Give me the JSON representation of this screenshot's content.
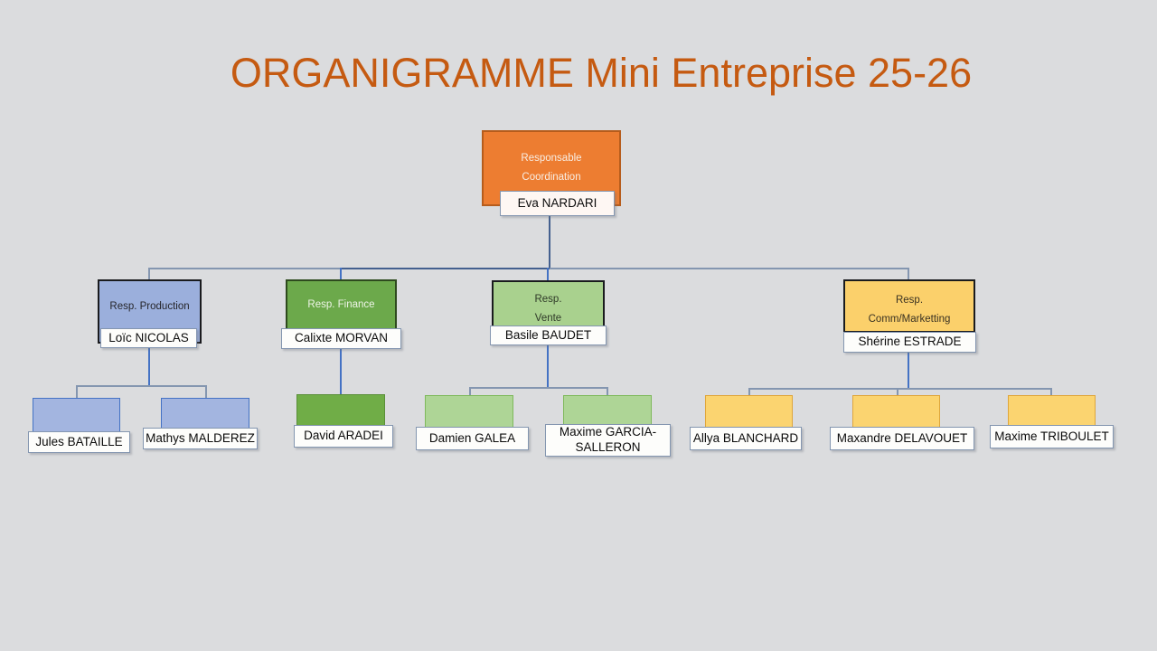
{
  "title": "ORGANIGRAMME Mini Entreprise 25-26",
  "colors": {
    "background": "#DBDCDE",
    "title_orange": "#C55A11",
    "root_fill": "#ED7D31",
    "production_fill": "#9BAFDC",
    "finance_fill": "#6CA94B",
    "vente_fill": "#A9D18E",
    "comm_fill": "#FBD06B",
    "member_blue": "#A3B5E0",
    "member_green": "#AED596",
    "member_yellow": "#FBD470",
    "connector_dark": "#44608F",
    "connector_mid": "#4472C4",
    "connector_light": "#8496B0",
    "nameplate_fill": "#FDFDFB",
    "nameplate_border": "#8496B0"
  },
  "root": {
    "lines": [
      "Responsable",
      "Coordination"
    ],
    "name": "Eva NARDARI"
  },
  "departments": [
    {
      "lines": [
        "Resp. Production"
      ],
      "name": "Loïc NICOLAS"
    },
    {
      "lines": [
        "Resp. Finance"
      ],
      "name": "Calixte MORVAN"
    },
    {
      "lines": [
        "Resp.",
        "Vente"
      ],
      "name": "Basile BAUDET"
    },
    {
      "lines": [
        "Resp.",
        "Comm/Marketting"
      ],
      "name": "Shérine ESTRADE"
    }
  ],
  "members": [
    {
      "name": "Jules BATAILLE"
    },
    {
      "name": "Mathys MALDEREZ"
    },
    {
      "name": "David ARADEI"
    },
    {
      "name": "Damien GALEA"
    },
    {
      "name": "Maxime GARCIA-SALLERON"
    },
    {
      "name": "Allya BLANCHARD"
    },
    {
      "name": "Maxandre DELAVOUET"
    },
    {
      "name": "Maxime TRIBOULET"
    }
  ]
}
